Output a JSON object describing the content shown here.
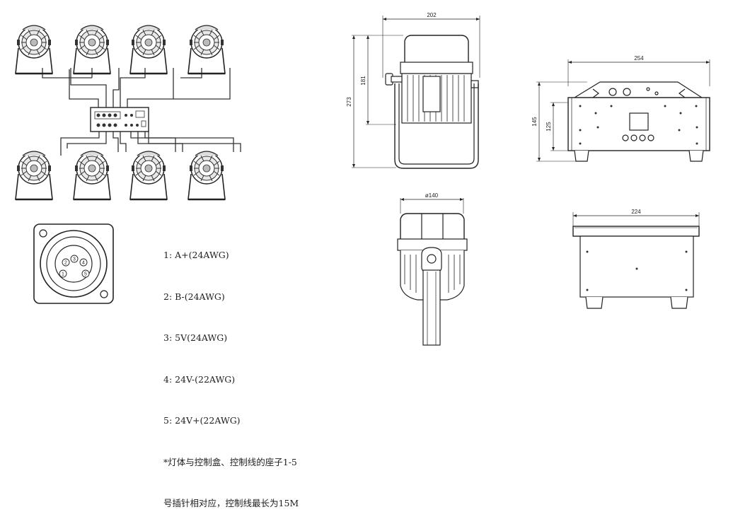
{
  "dimensions": {
    "side_width": "202",
    "side_total_height": "273",
    "side_head_height": "181",
    "box_width": "254",
    "box_total_height": "145",
    "box_body_height": "125",
    "front_diameter": "ø140",
    "box_bottom_width": "224"
  },
  "connector": {
    "pins": [
      "1",
      "2",
      "3",
      "4",
      "5"
    ]
  },
  "legend": {
    "lines": [
      "1: A+(24AWG)",
      "2: B-(24AWG)",
      "3: 5V(24AWG)",
      "4: 24V-(22AWG)",
      "5: 24V+(22AWG)",
      "*灯体与控制盒、控制线的座子1-5",
      "号插针相对应，控制线最长为15M"
    ]
  },
  "colors": {
    "line": "#222222",
    "shade": "#cccccc"
  }
}
